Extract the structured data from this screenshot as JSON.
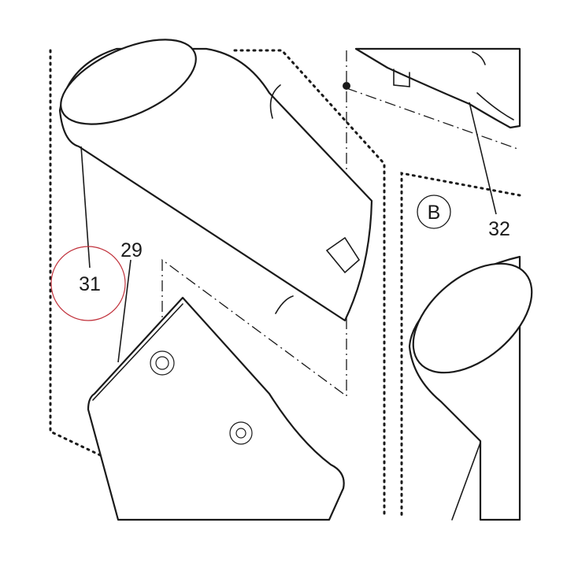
{
  "callouts": {
    "c29": "29",
    "c31": "31",
    "c32": "32",
    "detailB": "B"
  },
  "colors": {
    "line": "#1a1a1a",
    "highlight": "#c0303a",
    "background": "#ffffff"
  }
}
